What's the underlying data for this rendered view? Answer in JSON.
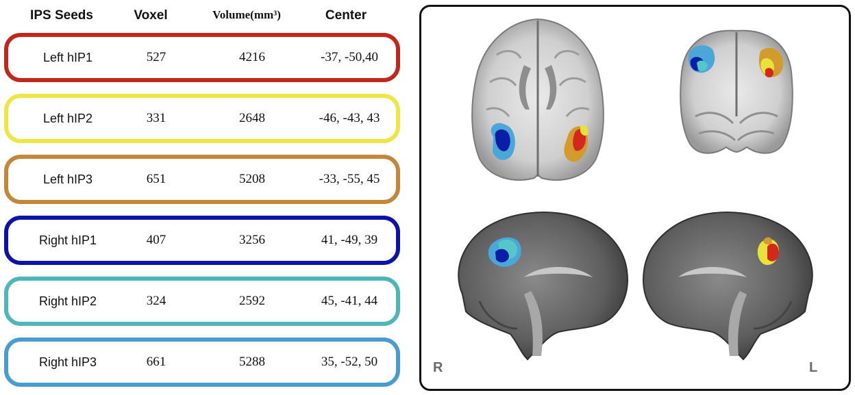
{
  "table": {
    "headers": {
      "seed": "IPS Seeds",
      "voxel": "Voxel",
      "volume": "Volume(mm³)",
      "center": "Center"
    },
    "rows": [
      {
        "name": "Left hIP1",
        "voxel": "527",
        "volume": "4216",
        "center": "-37, -50,40",
        "color": "#c0281c"
      },
      {
        "name": "Left hIP2",
        "voxel": "331",
        "volume": "2648",
        "center": "-46, -43, 43",
        "color": "#efe543"
      },
      {
        "name": "Left hIP3",
        "voxel": "651",
        "volume": "5208",
        "center": "-33, -55, 45",
        "color": "#c4873a"
      },
      {
        "name": "Right hIP1",
        "voxel": "407",
        "volume": "3256",
        "center": "41, -49, 39",
        "color": "#0b14a6"
      },
      {
        "name": "Right hIP2",
        "voxel": "324",
        "volume": "2592",
        "center": "45, -41, 44",
        "color": "#4eb6b8"
      },
      {
        "name": "Right hIP3",
        "voxel": "661",
        "volume": "5288",
        "center": "35, -52, 50",
        "color": "#4a9cd0"
      }
    ]
  },
  "brain_panel": {
    "right_label": "R",
    "left_label": "L"
  }
}
